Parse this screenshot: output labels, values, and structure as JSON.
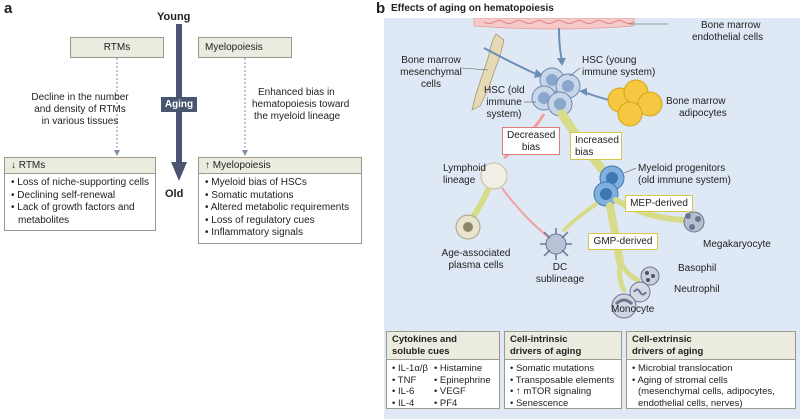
{
  "panel_a": {
    "letter": "a",
    "young": "Young",
    "old": "Old",
    "aging": "Aging",
    "rtms_label": "RTMs",
    "myelopoiesis_label": "Myelopoiesis",
    "left_desc": [
      "Decline in the number",
      "and density of RTMs",
      "in various tissues"
    ],
    "right_desc": [
      "Enhanced bias in",
      "hematopoiesis toward",
      "the myeloid lineage"
    ],
    "rtms_box_title": "RTMs",
    "rtms_items": [
      "• Loss of niche-supporting cells",
      "• Declining self-renewal",
      "• Lack of growth factors and",
      "   metabolites"
    ],
    "myelo_box_title": "Myelopoiesis",
    "myelo_items": [
      "• Myeloid bias of HSCs",
      "• Somatic mutations",
      "• Altered metabolic requirements",
      "• Loss of regulatory cues",
      "• Inflammatory signals"
    ]
  },
  "panel_b": {
    "letter": "b",
    "title": "Effects of aging on hematopoiesis",
    "bm_endothelial": [
      "Bone marrow",
      "endothelial cells"
    ],
    "bm_mesenchymal": [
      "Bone marrow",
      "mesenchymal",
      "cells"
    ],
    "hsc_young": [
      "HSC (young",
      "immune system)"
    ],
    "hsc_old": [
      "HSC (old",
      "immune",
      "system)"
    ],
    "bm_adipocytes": [
      "Bone marrow",
      "adipocytes"
    ],
    "decreased_bias": [
      "Decreased",
      "bias"
    ],
    "increased_bias": [
      "Increased",
      "bias"
    ],
    "lymphoid": [
      "Lymphoid",
      "lineage"
    ],
    "myeloid_prog": [
      "Myeloid progenitors",
      "(old immune system)"
    ],
    "mep": "MEP-derived",
    "gmp": "GMP-derived",
    "megakaryocyte": "Megakaryocyte",
    "age_plasma": [
      "Age-associated",
      "plasma cells"
    ],
    "dc": [
      "DC",
      "sublineage"
    ],
    "basophil": "Basophil",
    "neutrophil": "Neutrophil",
    "monocyte": "Monocyte",
    "cytokines_title": [
      "Cytokines and",
      "soluble cues"
    ],
    "cytokines_col1": [
      "• IL-1α/β",
      "• TNF",
      "• IL-6",
      "• IL-4"
    ],
    "cytokines_col2": [
      "• Histamine",
      "• Epinephrine",
      "• VEGF",
      "• PF4"
    ],
    "intrinsic_title": [
      "Cell-intrinsic",
      "drivers of aging"
    ],
    "intrinsic_items": [
      "• Somatic mutations",
      "• Transposable elements",
      "• ↑ mTOR signaling",
      "• Senescence"
    ],
    "extrinsic_title": [
      "Cell-extrinsic",
      "drivers of aging"
    ],
    "extrinsic_items": [
      "• Microbial translocation",
      "• Aging of stromal cells",
      "   (mesenchymal cells, adipocytes,",
      "   endothelial cells, nerves)"
    ]
  },
  "colors": {
    "panel_b_bg": "#dfe9f6",
    "arrow_dark": "#4a5670",
    "box_header": "#ecebdf",
    "lineage_green": "#d6dc8a",
    "lymphoid_red": "#f0a0a0",
    "hsc_blue": "#9db8dc",
    "adipocyte_yellow": "#f5c842"
  }
}
